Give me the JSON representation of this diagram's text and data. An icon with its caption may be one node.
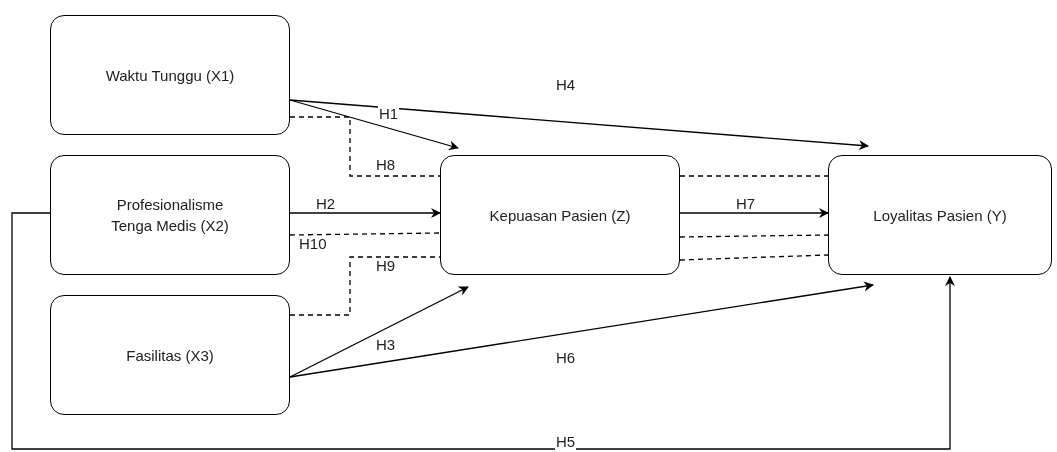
{
  "diagram": {
    "nodes": [
      {
        "text": [
          "Waktu Tunggu (X1)"
        ]
      },
      {
        "text": [
          "Profesionalisme Tenga Medis (X2)"
        ]
      },
      {
        "text": [
          "Fasilitas (X3)"
        ]
      },
      {
        "text": [
          "Kepuasan Pasien (Z)"
        ]
      },
      {
        "text": [
          "Loyalitas Pasien (Y)"
        ]
      }
    ],
    "edges": [
      {
        "from": 0,
        "to": 3,
        "arrow": "to",
        "label": "H1"
      },
      {
        "from": 0,
        "to": 4,
        "arrow": "to",
        "label": "H4"
      },
      {
        "from": 1,
        "to": 3,
        "arrow": "to",
        "label": "H2"
      },
      {
        "from": 2,
        "to": 3,
        "arrow": "to",
        "label": "H3"
      },
      {
        "from": 2,
        "to": 4,
        "arrow": "to",
        "label": "H6"
      },
      {
        "from": 1,
        "to": 4,
        "arrow": "to",
        "label": "H5"
      },
      {
        "from": 3,
        "to": 4,
        "arrow": "to",
        "label": "H7"
      },
      {
        "from": 0,
        "to": 3,
        "arrow": "none",
        "label": "H8",
        "style": "dashed"
      },
      {
        "from": 1,
        "to": 3,
        "arrow": "none",
        "label": "H10",
        "style": "dashed"
      },
      {
        "from": 2,
        "to": 3,
        "arrow": "none",
        "label": "H9",
        "style": "dashed"
      },
      {
        "from": 3,
        "to": 4,
        "arrow": "none",
        "style": "dashed"
      },
      {
        "from": 3,
        "to": 4,
        "arrow": "none",
        "style": "dashed"
      },
      {
        "from": 3,
        "to": 4,
        "arrow": "none",
        "style": "dashed"
      }
    ]
  }
}
